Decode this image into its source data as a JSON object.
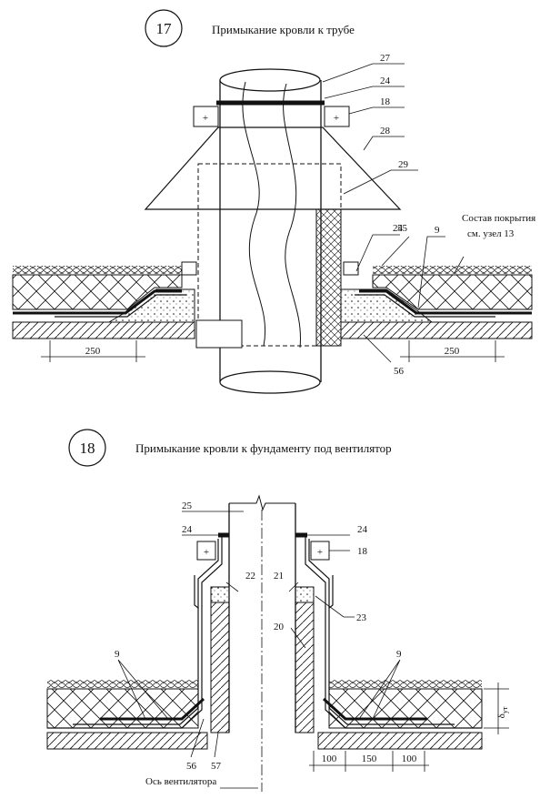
{
  "detail17": {
    "number": "17",
    "title": "Примыкание кровли к трубе",
    "callouts": {
      "c27": "27",
      "c24a": "24",
      "c18": "18",
      "c28": "28",
      "c29": "29",
      "c24b": "24",
      "c55": "55",
      "c9": "9",
      "c56": "56"
    },
    "note_line1": "Состав покрытия",
    "note_line2": "см. узел 13",
    "dim_left": "250",
    "dim_right": "250"
  },
  "detail18": {
    "number": "18",
    "title": "Примыкание кровли к фундаменту под вентилятор",
    "callouts": {
      "c25": "25",
      "c24l": "24",
      "c24r": "24",
      "c18": "18",
      "c22": "22",
      "c21": "21",
      "c23": "23",
      "c20": "20",
      "c9l": "9",
      "c9r": "9",
      "c56": "56",
      "c57": "57"
    },
    "dim_a": "100",
    "dim_b": "150",
    "dim_c": "100",
    "delta_symbol": "δ",
    "delta_sub": "ут",
    "axis_label": "Ось вентилятора"
  },
  "colors": {
    "ink": "#111111",
    "paper": "#ffffff"
  }
}
